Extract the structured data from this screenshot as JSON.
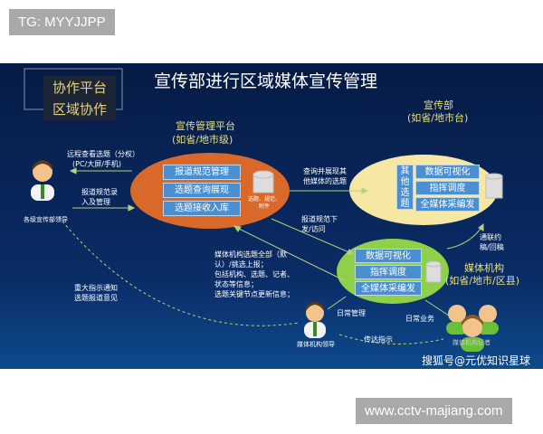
{
  "top_tag": "TG: MYYJJPP",
  "bottom_tag": "www.cctv-majiang.com",
  "diagram": {
    "title": "宣传部进行区域媒体宣传管理",
    "badges": [
      "协作平台",
      "区域协作"
    ],
    "platform": {
      "title": "宣传管理平台",
      "subtitle": "(如省/地市级)",
      "boxes": [
        "报道规范管理",
        "选题查询展现",
        "选题接收入库"
      ],
      "db_label": "选题、规范、附件",
      "color": "#d9692a"
    },
    "dept": {
      "title": "宣传部",
      "subtitle": "(如省/地市台)",
      "side_box": "其他选题",
      "boxes": [
        "数据可视化",
        "指挥调度",
        "全媒体采编发"
      ],
      "color": "#f6e7a3"
    },
    "media": {
      "title": "媒体机构",
      "subtitle": "(如省/地市/区县)",
      "boxes": [
        "数据可视化",
        "指挥调度",
        "全媒体采编发"
      ],
      "color": "#8fd04a"
    },
    "people": {
      "leader": "各级宣传部领导",
      "media_leader": "媒体机构领导",
      "staff": "媒体机构记者"
    },
    "flows": {
      "remote_view": [
        "远程查看选题（分权）",
        "(PC/大屏/手机)"
      ],
      "report_entry": [
        "报道规范录",
        "入及管理"
      ],
      "query_show": [
        "查询并展现其",
        "他媒体的选题"
      ],
      "issue_access": [
        "报道规范下",
        "发/访问"
      ],
      "media_report": [
        "媒体机构选题全部（默",
        "认）/挑选上报；",
        "包括机构、选题、记者、",
        "状态等信息；",
        "选题关键节点更新信息；"
      ],
      "major_notice": [
        "重大指示通知",
        "选题报道意见"
      ],
      "joint_draft": [
        "通联约",
        "稿/回稿"
      ],
      "daily_mgmt": "日常管理",
      "daily_biz": "日常业务",
      "convey": "传达指示"
    },
    "watermark": "搜狐号@元优知识星球"
  }
}
